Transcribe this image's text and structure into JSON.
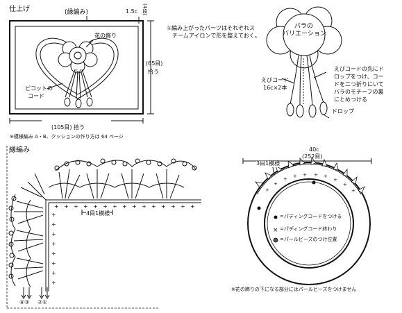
{
  "finish": {
    "title": "仕上げ",
    "label_edge": "(縁編み)",
    "label_flower": "花の飾り",
    "label_picot_1": "ピコットの",
    "label_picot_2": "コード",
    "dim_top": "1.5c",
    "dim_top_rows": "(4段)",
    "dim_right_1": "(65目)",
    "dim_right_2": "拾う",
    "dim_bottom": "(105目) 拾う",
    "note": "※模様編み A・B、クッションの作り方は 64 ページ"
  },
  "instruction": {
    "line1": "①編み上がったパーツはそれぞれス",
    "line2": "チームアイロンで形を整えておく。"
  },
  "rose": {
    "title_1": "バラの",
    "title_2": "バリエーション",
    "label_cord_1": "えびコード",
    "label_cord_2": "16c×2本",
    "label_desc_1": "えびコードの先にド",
    "label_desc_2": "ロップをつけ、コー",
    "label_desc_3": "ドを二つ折りにいて",
    "label_desc_4": "バラのモチーフの裏",
    "label_desc_5": "にとめつける",
    "label_drop": "ドロップ"
  },
  "edge": {
    "title": "縁編み",
    "label_repeat": "4目1模様",
    "bottom_marks": [
      "④③",
      "②①"
    ]
  },
  "ring": {
    "label_size": "40c",
    "label_stitches": "(252目)",
    "label_repeat": "3目1模様",
    "legend_start": "=パディングコードをつける",
    "legend_end": "=パディングコード終わり",
    "legend_bead": "=パールビーズのつけ位置",
    "note": "※花の飾りの下になる部分にはパールビーズをつけません"
  },
  "colors": {
    "ink": "#111111",
    "background": "#ffffff"
  }
}
